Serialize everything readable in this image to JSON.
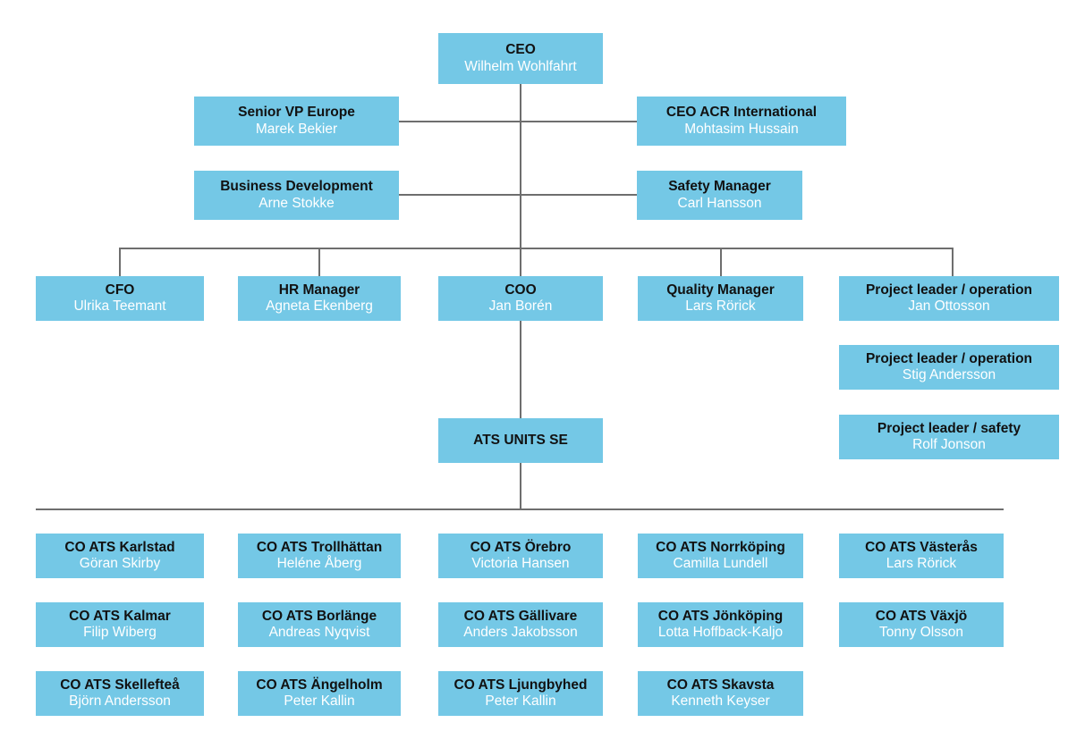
{
  "chart_data": {
    "type": "diagram",
    "title": "Organizational chart",
    "diagram_kind": "org-chart",
    "box_color": "#74c8e6",
    "title_text_color": "#111111",
    "person_text_color": "#ffffff",
    "line_color": "#6e6e6e",
    "levels": [
      {
        "name": "executive",
        "nodes": [
          "ceo"
        ]
      },
      {
        "name": "staff-upper",
        "nodes": [
          "senior-vp-europe",
          "ceo-acr-international"
        ]
      },
      {
        "name": "staff-lower",
        "nodes": [
          "business-development",
          "safety-manager"
        ]
      },
      {
        "name": "management",
        "nodes": [
          "cfo",
          "hr-manager",
          "coo",
          "quality-manager",
          "project-leader-operation-1"
        ]
      },
      {
        "name": "project-leaders",
        "nodes": [
          "project-leader-operation-2",
          "project-leader-safety"
        ]
      },
      {
        "name": "ats-units",
        "nodes": [
          "ats-units-se"
        ]
      },
      {
        "name": "co-ats",
        "nodes": [
          "co-ats-row-1",
          "co-ats-row-2",
          "co-ats-row-3"
        ]
      }
    ]
  },
  "nodes": {
    "ceo": {
      "title": "CEO",
      "person": "Wilhelm Wohlfahrt"
    },
    "senior_vp_europe": {
      "title": "Senior VP Europe",
      "person": "Marek Bekier"
    },
    "ceo_acr_international": {
      "title": "CEO ACR International",
      "person": "Mohtasim Hussain"
    },
    "business_development": {
      "title": "Business Development",
      "person": "Arne Stokke"
    },
    "safety_manager": {
      "title": "Safety Manager",
      "person": "Carl Hansson"
    },
    "cfo": {
      "title": "CFO",
      "person": "Ulrika Teemant"
    },
    "hr_manager": {
      "title": "HR Manager",
      "person": "Agneta Ekenberg"
    },
    "coo": {
      "title": "COO",
      "person": "Jan Borén"
    },
    "quality_manager": {
      "title": "Quality Manager",
      "person": "Lars Rörick"
    },
    "project_leader_operation_1": {
      "title": "Project leader / operation",
      "person": "Jan Ottosson"
    },
    "project_leader_operation_2": {
      "title": "Project leader / operation",
      "person": "Stig Andersson"
    },
    "project_leader_safety": {
      "title": "Project leader / safety",
      "person": "Rolf Jonson"
    },
    "ats_units_se": {
      "title": "ATS UNITS SE",
      "person": ""
    }
  },
  "co_ats": {
    "row1": [
      {
        "title": "CO ATS Karlstad",
        "person": "Göran Skirby"
      },
      {
        "title": "CO ATS Trollhättan",
        "person": "Heléne Åberg"
      },
      {
        "title": "CO ATS Örebro",
        "person": "Victoria Hansen"
      },
      {
        "title": "CO ATS Norrköping",
        "person": "Camilla Lundell"
      },
      {
        "title": "CO ATS Västerås",
        "person": "Lars Rörick"
      }
    ],
    "row2": [
      {
        "title": "CO ATS Kalmar",
        "person": "Filip Wiberg"
      },
      {
        "title": "CO ATS Borlänge",
        "person": "Andreas Nyqvist"
      },
      {
        "title": "CO ATS Gällivare",
        "person": "Anders Jakobsson"
      },
      {
        "title": "CO ATS Jönköping",
        "person": "Lotta Hoffback-Kaljo"
      },
      {
        "title": "CO ATS Växjö",
        "person": "Tonny Olsson"
      }
    ],
    "row3": [
      {
        "title": "CO ATS Skellefteå",
        "person": "Björn Andersson"
      },
      {
        "title": "CO ATS Ängelholm",
        "person": "Peter Kallin"
      },
      {
        "title": "CO ATS Ljungbyhed",
        "person": "Peter Kallin"
      },
      {
        "title": "CO ATS Skavsta",
        "person": "Kenneth Keyser"
      }
    ]
  }
}
